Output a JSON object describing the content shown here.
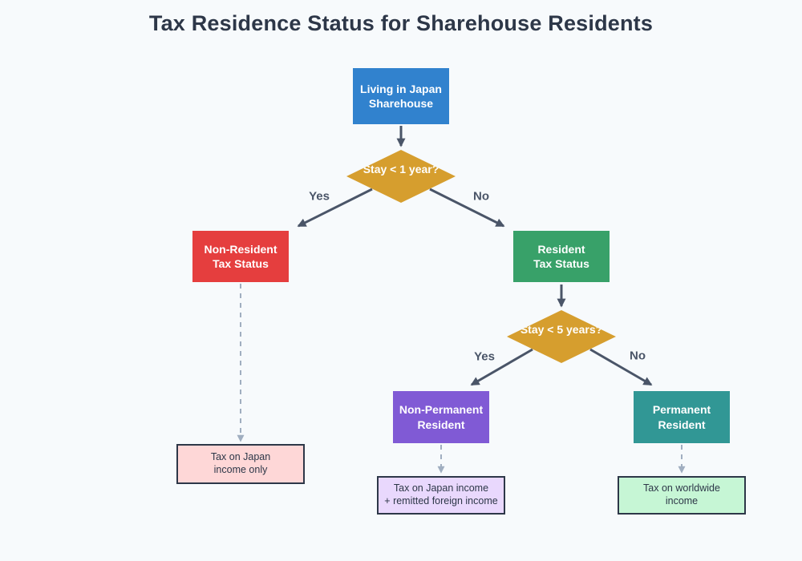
{
  "title": "Tax Residence Status for Sharehouse Residents",
  "nodes": {
    "start": {
      "line1": "Living in Japan",
      "line2": "Sharehouse"
    },
    "decision1": {
      "label": "Stay < 1 year?"
    },
    "nonResident": {
      "line1": "Non-Resident",
      "line2": "Tax Status"
    },
    "resident": {
      "line1": "Resident",
      "line2": "Tax Status"
    },
    "decision2": {
      "label": "Stay < 5 years?"
    },
    "nonPermanent": {
      "line1": "Non-Permanent",
      "line2": "Resident"
    },
    "permanent": {
      "line1": "Permanent",
      "line2": "Resident"
    },
    "taxJapanOnly": {
      "line1": "Tax on Japan",
      "line2": "income only"
    },
    "taxJapanRemitted": {
      "line1": "Tax on Japan income",
      "line2": "+ remitted foreign income"
    },
    "taxWorldwide": {
      "line1": "Tax on worldwide",
      "line2": "income"
    }
  },
  "edge_labels": {
    "yes1": "Yes",
    "no1": "No",
    "yes2": "Yes",
    "no2": "No"
  },
  "colors": {
    "background": "#F7FAFC",
    "title-text": "#2D3748",
    "node-text": "#FFFFFF",
    "node-blue": "#3182CE",
    "node-gold": "#D69E2E",
    "node-red": "#E53E3E",
    "node-green": "#38A169",
    "node-purple": "#805AD5",
    "node-teal": "#319795",
    "result-pink": "#FED7D7",
    "result-lavender": "#E9D8FD",
    "result-lightgreen": "#C6F6D5",
    "result-border": "#2D3748",
    "result-text": "#2D3748",
    "arrow": "#4A5568",
    "dashed": "#A0AEC0",
    "label-text": "#4A5568"
  }
}
